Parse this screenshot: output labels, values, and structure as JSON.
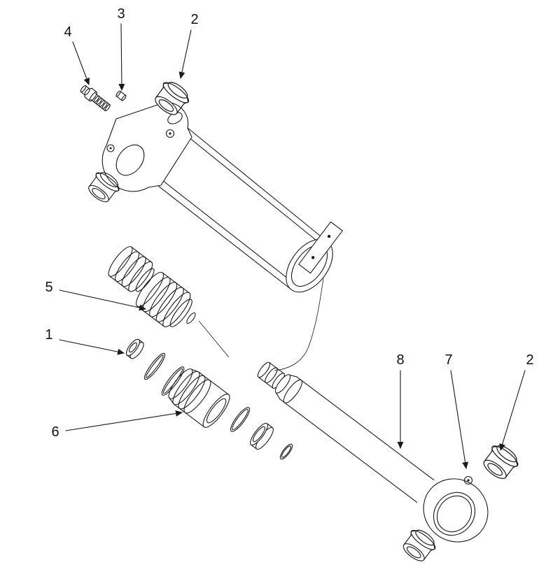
{
  "figure": {
    "kind": "exploded-parts-diagram",
    "subject": "hydraulic-cylinder-exploded-view",
    "background_color": "#ffffff",
    "line_color": "#1a1a1a",
    "callouts": [
      {
        "label": "4"
      },
      {
        "label": "3"
      },
      {
        "label": "2"
      },
      {
        "label": "5"
      },
      {
        "label": "1"
      },
      {
        "label": "6"
      },
      {
        "label": "8"
      },
      {
        "label": "7"
      },
      {
        "label": "2"
      }
    ]
  }
}
